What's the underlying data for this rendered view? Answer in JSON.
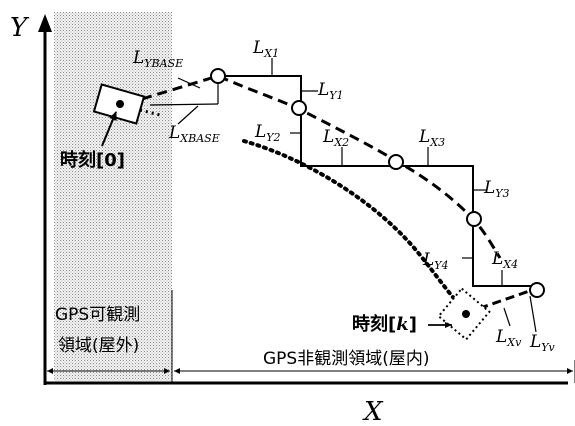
{
  "axes": {
    "x_label": "X",
    "y_label": "Y"
  },
  "labels": {
    "l_ybase": {
      "main": "L",
      "sub": "YBASE"
    },
    "l_xbase": {
      "main": "L",
      "sub": "XBASE"
    },
    "l_x1": {
      "main": "L",
      "sub": "X1"
    },
    "l_y1": {
      "main": "L",
      "sub": "Y1"
    },
    "l_y2": {
      "main": "L",
      "sub": "Y2"
    },
    "l_x2": {
      "main": "L",
      "sub": "X2"
    },
    "l_x3": {
      "main": "L",
      "sub": "X3"
    },
    "l_y3": {
      "main": "L",
      "sub": "Y3"
    },
    "l_y4": {
      "main": "L",
      "sub": "Y4"
    },
    "l_x4": {
      "main": "L",
      "sub": "X4"
    },
    "l_xv": {
      "main": "L",
      "sub": "Xv"
    },
    "l_yv": {
      "main": "L",
      "sub": "Yv"
    }
  },
  "time0": {
    "prefix": "時刻[0]"
  },
  "timek": {
    "prefix": "時刻[",
    "k": "k",
    "suffix": "]"
  },
  "regions": {
    "gps_outdoor_line1": "GPS可観測",
    "gps_outdoor_line2": "領域(屋外)",
    "gps_indoor": "GPS非観測領域(屋内)"
  }
}
